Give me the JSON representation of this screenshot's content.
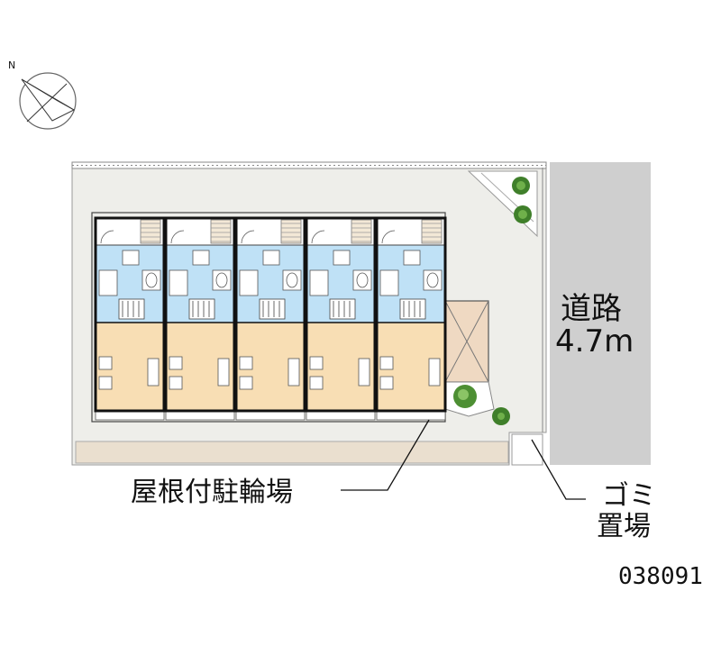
{
  "north_label": "N",
  "road": {
    "line1": "道路",
    "line2": "4.7m"
  },
  "parking_label": "屋根付駐輪場",
  "garbage_label": {
    "line1": "ゴミ",
    "line2": "置場"
  },
  "property_code": "038091",
  "unit_count": 5,
  "colors": {
    "road": "#cfcfcf",
    "lot": "#eeeeea",
    "bath": "#bfe1f6",
    "living": "#f8deb4",
    "wall": "#111111",
    "tree": "#3f7f2a",
    "shed": "#efd9c2"
  }
}
